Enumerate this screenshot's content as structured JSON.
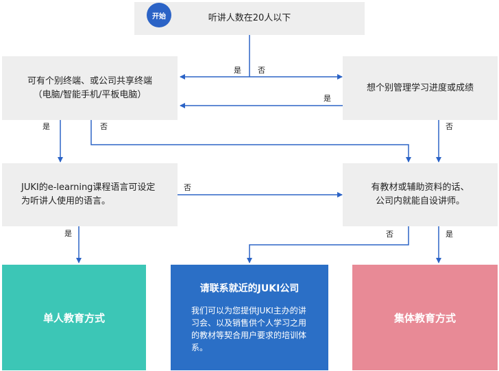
{
  "start": {
    "badge": "开始",
    "question": "听讲人数在20人以下"
  },
  "boxes": {
    "shared_terminal": {
      "line1": "可有个别终端、或公司共享终端",
      "line2": "（电脑/智能手机/平板电脑）"
    },
    "progress": {
      "line1": "想个别管理学习进度或成绩"
    },
    "language": {
      "line1": "JUKI的e-learning课程语言可设定",
      "line2": "为听讲人使用的语言。"
    },
    "materials": {
      "line1": "有教材或辅助资料的话、",
      "line2": "公司内就能自设讲师。"
    }
  },
  "results": {
    "individual": "单人教育方式",
    "contact_title": "请联系就近的JUKI公司",
    "contact_body": "我们可以为您提供JUKI主办的讲习会、以及销售供个人学习之用的教材等契合用户要求的培训体系。",
    "group": "集体教育方式"
  },
  "labels": {
    "yes": "是",
    "no": "否"
  },
  "colors": {
    "box": "#eeeeee",
    "arrow": "#2b63c6",
    "teal": "#3cc6b6",
    "blue": "#2b6fc6",
    "pink": "#e88a96"
  }
}
